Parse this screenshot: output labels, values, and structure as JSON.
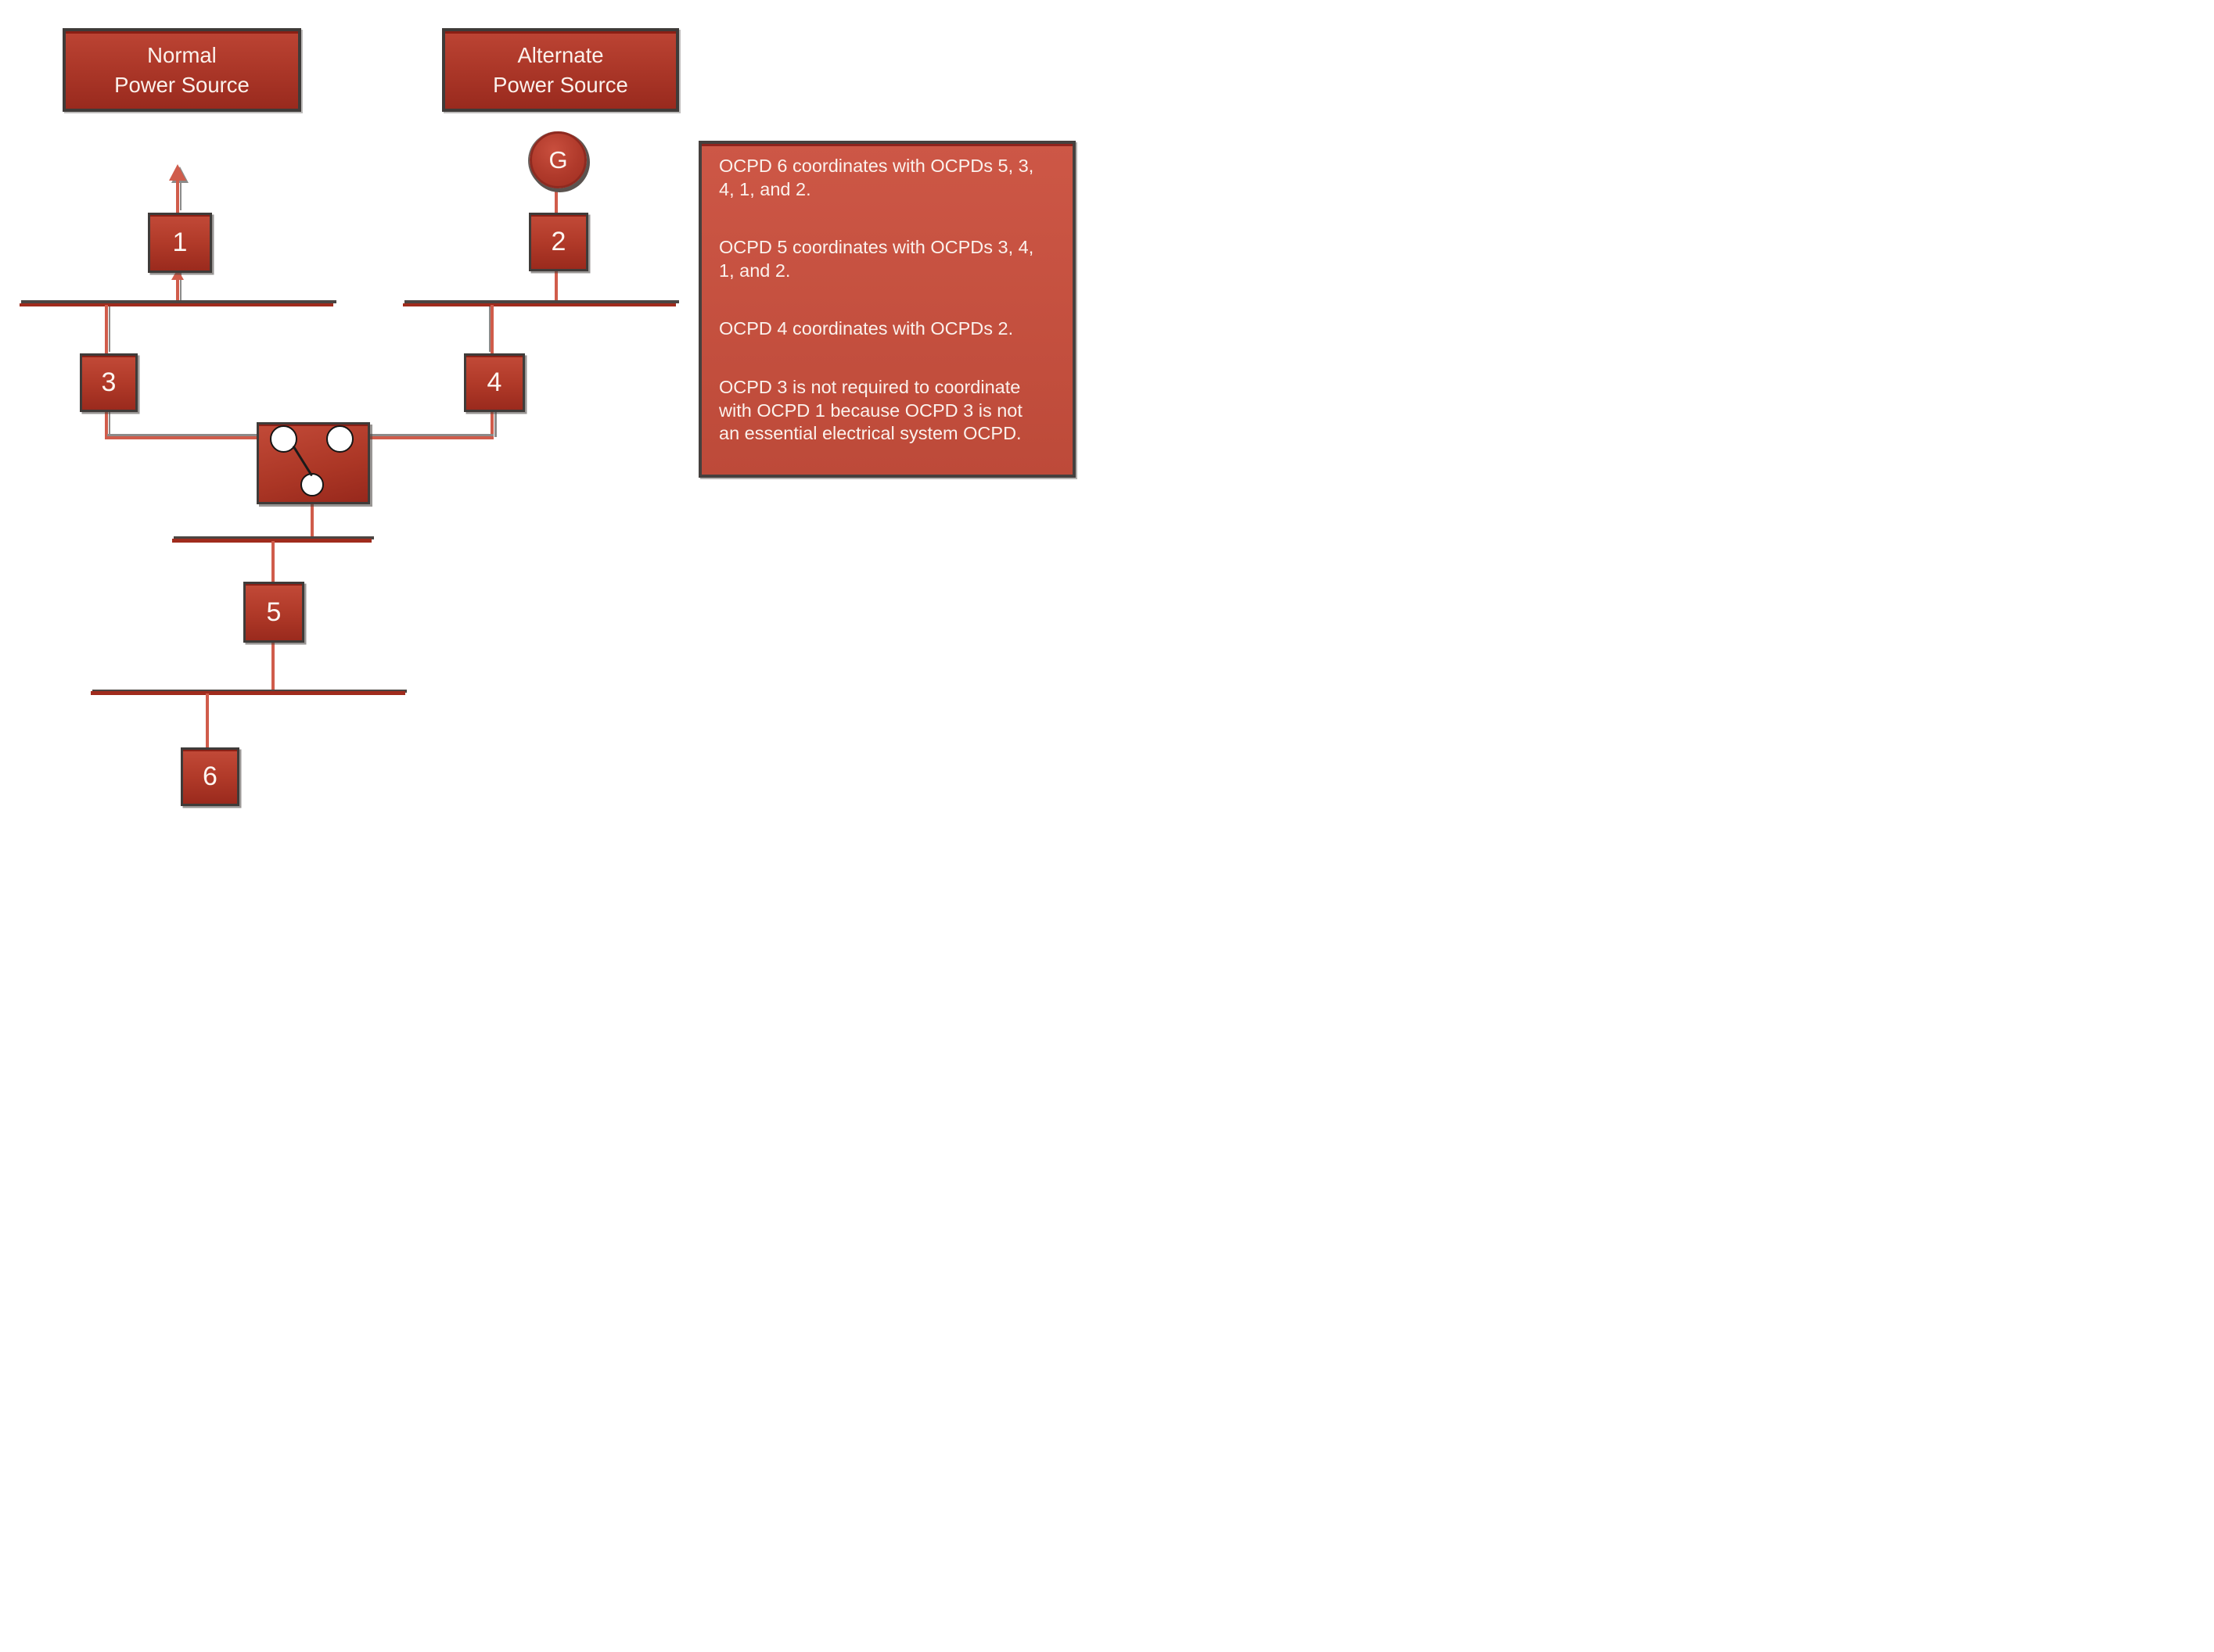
{
  "diagram": {
    "normal_source_label": "Normal\nPower Source",
    "alternate_source_label": "Alternate\nPower Source",
    "generator_label": "G",
    "ocpds": {
      "ocpd1": "1",
      "ocpd2": "2",
      "ocpd3": "3",
      "ocpd4": "4",
      "ocpd5": "5",
      "ocpd6": "6"
    }
  },
  "notes": {
    "note1": "OCPD 6 coordinates with OCPDs 5, 3,\n4, 1, and 2.",
    "note2": "OCPD 5 coordinates with OCPDs 3, 4,\n1, and 2.",
    "note3": "OCPD 4 coordinates with OCPDs 2.",
    "note4": "OCPD 3 is not required to coordinate\nwith OCPD 1 because OCPD 3 is not\nan essential electrical system OCPD."
  },
  "colors": {
    "box_red_light": "#c24a38",
    "box_red_dark": "#9a2a1d",
    "box_border": "#3f3b39",
    "connector_salmon": "#d05c4b",
    "connector_shadow_gray": "#8c8a89",
    "bus_bar_red": "#a02b1d",
    "bus_bar_gray": "#4b4542",
    "notes_panel_fill": "#cd5746",
    "text_white": "#fbf1ec",
    "background": "#ffffff"
  }
}
